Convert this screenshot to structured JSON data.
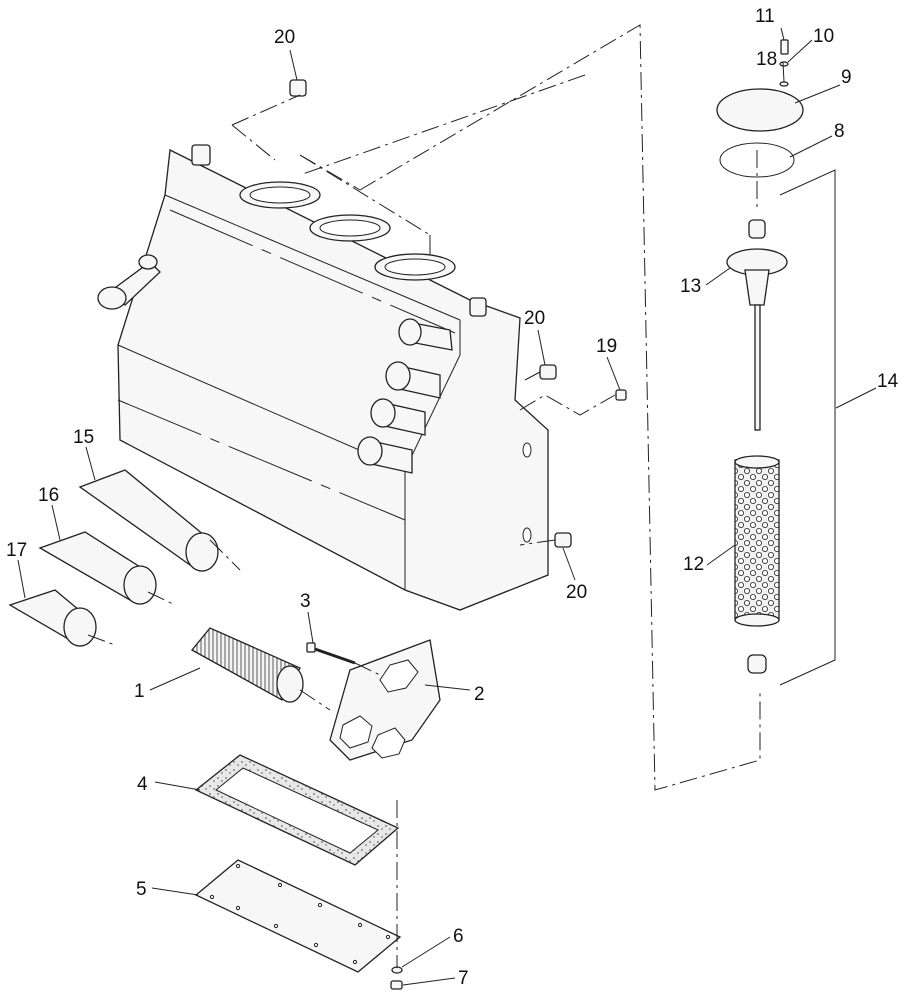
{
  "callouts": [
    {
      "id": "c20a",
      "text": "20"
    },
    {
      "id": "c11",
      "text": "11"
    },
    {
      "id": "c10",
      "text": "10"
    },
    {
      "id": "c18",
      "text": "18"
    },
    {
      "id": "c9",
      "text": "9"
    },
    {
      "id": "c8",
      "text": "8"
    },
    {
      "id": "c13",
      "text": "13"
    },
    {
      "id": "c20b",
      "text": "20"
    },
    {
      "id": "c19",
      "text": "19"
    },
    {
      "id": "c14",
      "text": "14"
    },
    {
      "id": "c15",
      "text": "15"
    },
    {
      "id": "c16",
      "text": "16"
    },
    {
      "id": "c17",
      "text": "17"
    },
    {
      "id": "c12",
      "text": "12"
    },
    {
      "id": "c20c",
      "text": "20"
    },
    {
      "id": "c3",
      "text": "3"
    },
    {
      "id": "c1",
      "text": "1"
    },
    {
      "id": "c2",
      "text": "2"
    },
    {
      "id": "c4",
      "text": "4"
    },
    {
      "id": "c5",
      "text": "5"
    },
    {
      "id": "c6",
      "text": "6"
    },
    {
      "id": "c7",
      "text": "7"
    }
  ]
}
